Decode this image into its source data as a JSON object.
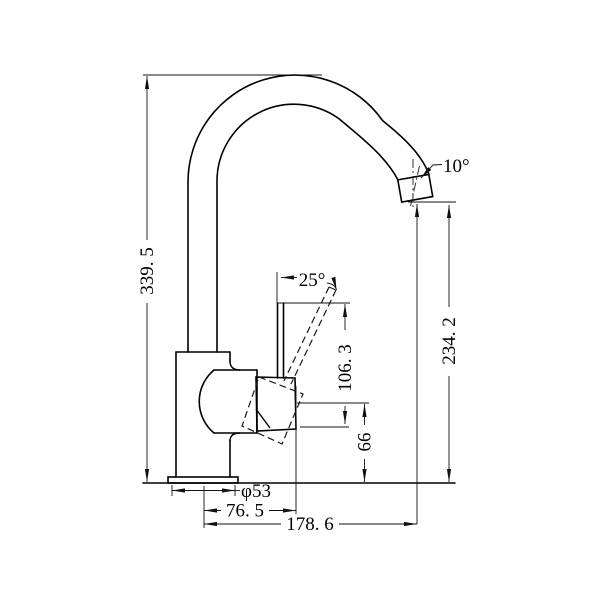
{
  "drawing": {
    "background_color": "#ffffff",
    "line_color": "#000000",
    "labels": {
      "overall_height": "339. 5",
      "outlet_height": "234. 2",
      "lever_top_height": "106. 3",
      "pivot_height": "66",
      "base_diameter": "φ53",
      "center_to_handle": "76. 5",
      "spout_reach": "178. 6",
      "lever_angle": "25°",
      "outlet_angle": "10°"
    }
  }
}
